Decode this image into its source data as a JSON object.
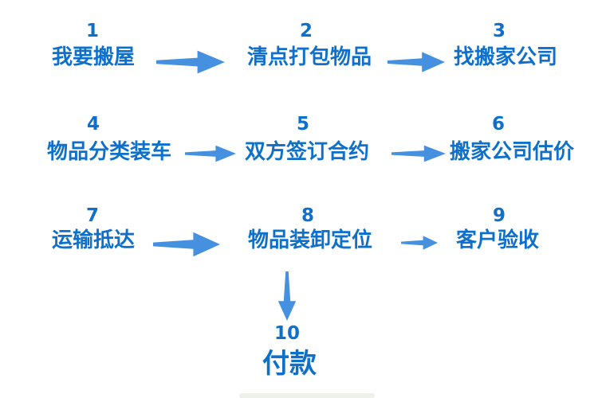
{
  "page": {
    "background": "#ffffff",
    "description": "Moving-house process flowchart with 10 numbered steps connected by arrows"
  },
  "colors": {
    "step_text": "#0e70ca",
    "arrow": "#4591e0"
  },
  "flow": {
    "steps": [
      {
        "number": "1",
        "label": "我要搬屋"
      },
      {
        "number": "2",
        "label": "清点打包物品"
      },
      {
        "number": "3",
        "label": "找搬家公司"
      },
      {
        "number": "4",
        "label": "物品分类装车"
      },
      {
        "number": "5",
        "label": "双方签订合约"
      },
      {
        "number": "6",
        "label": "搬家公司估价"
      },
      {
        "number": "7",
        "label": "运输抵达"
      },
      {
        "number": "8",
        "label": "物品装卸定位"
      },
      {
        "number": "9",
        "label": "客户验收"
      },
      {
        "number": "10",
        "label": "付款"
      }
    ],
    "connections": [
      {
        "from": "1",
        "to": "2",
        "direction": "right"
      },
      {
        "from": "2",
        "to": "3",
        "direction": "right"
      },
      {
        "from": "4",
        "to": "5",
        "direction": "right"
      },
      {
        "from": "5",
        "to": "6",
        "direction": "right"
      },
      {
        "from": "7",
        "to": "8",
        "direction": "right"
      },
      {
        "from": "8",
        "to": "9",
        "direction": "right"
      },
      {
        "from": "8",
        "to": "10",
        "direction": "down"
      }
    ]
  }
}
